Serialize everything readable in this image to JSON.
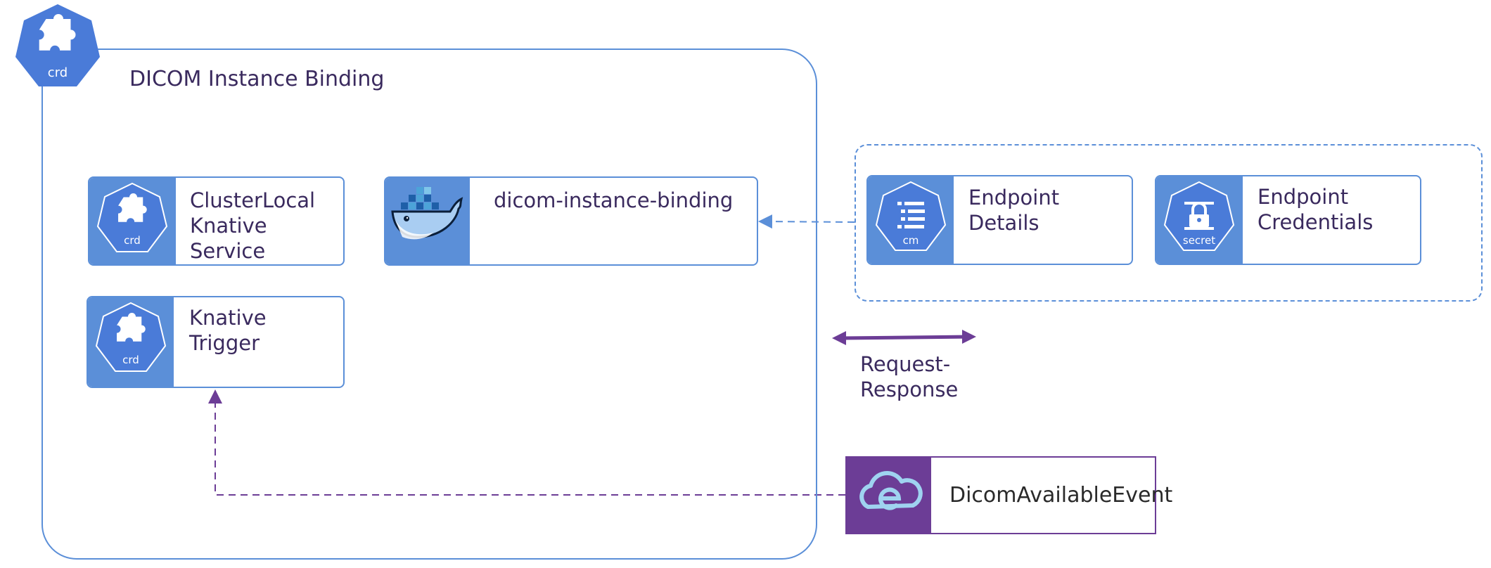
{
  "main_frame": {
    "title": "DICOM Instance Binding",
    "badge_label": "crd",
    "badge_icon": "puzzle-icon"
  },
  "cards": {
    "clusterlocal_service": {
      "lines": [
        "ClusterLocal",
        "Knative",
        "Service"
      ],
      "badge": "crd",
      "icon": "puzzle-icon"
    },
    "knative_trigger": {
      "lines": [
        "Knative",
        "Trigger"
      ],
      "badge": "crd",
      "icon": "puzzle-icon"
    },
    "dicom_instance_binding": {
      "label": "dicom-instance-binding",
      "icon": "docker-whale-icon"
    },
    "endpoint_details": {
      "lines": [
        "Endpoint",
        "Details"
      ],
      "badge": "cm",
      "icon": "configmap-icon"
    },
    "endpoint_credentials": {
      "lines": [
        "Endpoint",
        "Credentials"
      ],
      "badge": "secret",
      "icon": "secret-lock-icon"
    }
  },
  "legend": {
    "request_response": [
      "Request-",
      "Response"
    ]
  },
  "event": {
    "label": "DicomAvailableEvent",
    "icon": "cloudevents-icon"
  },
  "colors": {
    "blue": "#5b8fd8",
    "purple": "#6c3d96",
    "text": "#3a2a5e"
  }
}
